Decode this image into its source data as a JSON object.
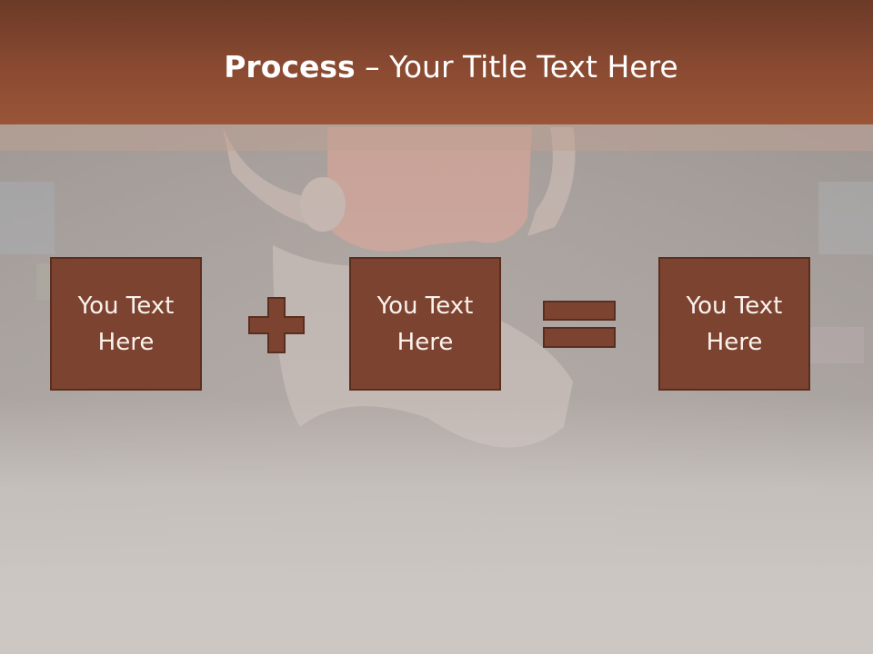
{
  "title": {
    "bold": "Process",
    "dash": " – ",
    "rest": "Your Title Text Here"
  },
  "boxes": [
    {
      "label": "You Text Here"
    },
    {
      "label": "You Text Here"
    },
    {
      "label": "You Text Here"
    }
  ],
  "operators": [
    "plus-icon",
    "equals-icon"
  ],
  "colors": {
    "band": "#8a4a31",
    "box": "#7c4430",
    "box_border": "#5a2e1f",
    "background": "#cbc5c1"
  }
}
